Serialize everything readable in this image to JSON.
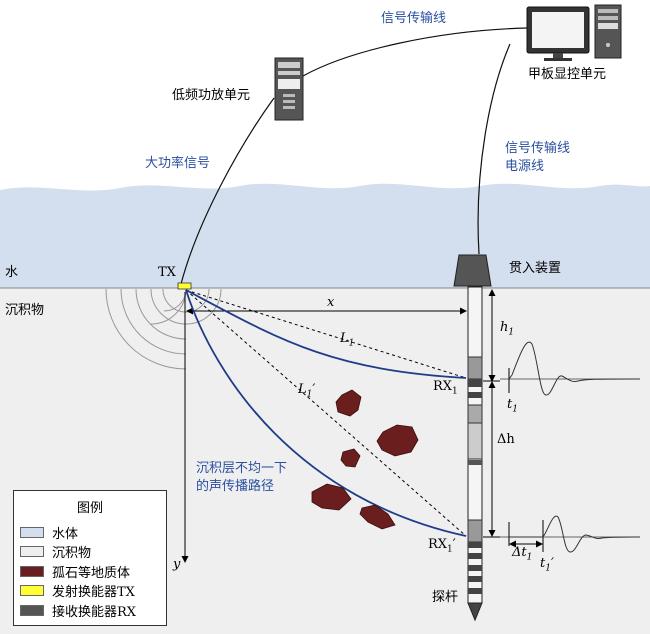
{
  "labels": {
    "signal_line_top": "信号传输线",
    "board_unit": "甲板显控单元",
    "amp_unit": "低频功放单元",
    "high_power": "大功率信号",
    "signal_line_right": "信号传输线",
    "power_line": "电源线",
    "water": "水",
    "sediment": "沉积物",
    "tx": "TX",
    "penetrator": "贯入装置",
    "x": "x",
    "L1": "L",
    "L1_sub": "1",
    "L1p": "L",
    "L1p_sub": "1",
    "L1p_prime": "′",
    "rx1": "RX",
    "rx1_sub": "1",
    "rx1p": "RX",
    "rx1p_sub": "1",
    "rx1p_prime": "′",
    "h1": "h",
    "h1_sub": "1",
    "dh": "Δh",
    "t1": "t",
    "t1_sub": "1",
    "dt1": "Δt",
    "dt1_sub": "1",
    "t1p": "t",
    "t1p_sub": "1",
    "t1p_prime": "′",
    "y": "y",
    "nonuniform_line1": "沉积层不均一下",
    "nonuniform_line2": "的声传播路径",
    "probe_rod": "探杆"
  },
  "legend": {
    "title": "图例",
    "items": [
      {
        "label": "水体",
        "color": "#d3deee"
      },
      {
        "label": "沉积物",
        "color": "#efefef"
      },
      {
        "label": "孤石等地质体",
        "color": "#6b1e1e"
      },
      {
        "label": "发射换能器TX",
        "color": "#ffff33"
      },
      {
        "label": "接收换能器RX",
        "color": "#555555"
      }
    ]
  },
  "colors": {
    "water": "#d3deee",
    "sediment": "#efefef",
    "boulder": "#6b1e1e",
    "path": "#1f3c88",
    "text_blue": "#2a4fa0"
  }
}
